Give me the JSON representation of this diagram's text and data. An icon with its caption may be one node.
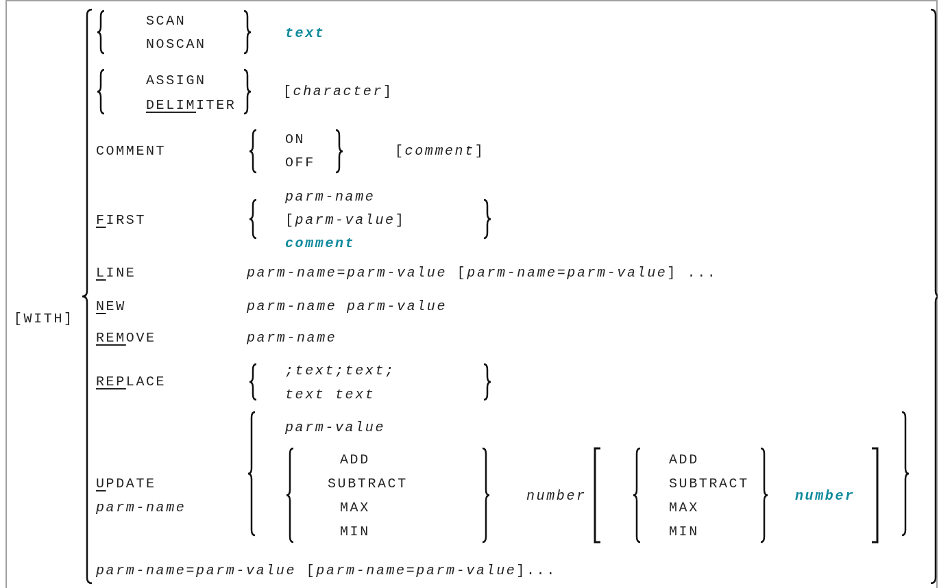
{
  "diagram": {
    "labels": [
      "[WITH]",
      "SCAN",
      "NOSCAN",
      "text",
      "ASSIGN",
      "DELIMITER",
      "[*character*]",
      "COMMENT",
      "ON",
      "OFF",
      "[*comment*]",
      "parm-name",
      "FIRST",
      "[*parm-value*]",
      "comment",
      "LINE",
      "*parm-name*=*parm-value* [*parm-name*=*parm-value*] ...",
      "NEW",
      "parm-name parm-value",
      "REMOVE",
      "parm-name",
      "REPLACE",
      ";text;text;",
      "text text",
      "parm-value",
      "ADD",
      "UPDATE",
      "SUBTRACT",
      "number",
      "ADD",
      "SUBTRACT",
      "number",
      "parm-name",
      "MAX",
      "MAX",
      "MIN",
      "MIN",
      "*parm-name*=*parm-value* [*parm-name*=*parm-value*]..."
    ]
  }
}
